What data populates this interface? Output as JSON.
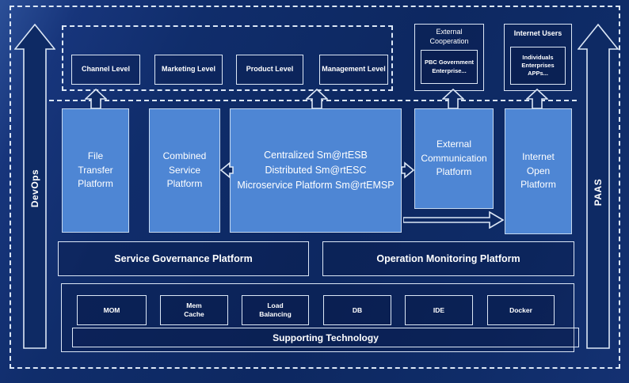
{
  "colors": {
    "background": "#0e2a64",
    "platform_box": "#4e86d4",
    "outline": "#dce7f6"
  },
  "rails": {
    "devops_label": "DevOps",
    "paas_label": "PAAS"
  },
  "levels": {
    "items": [
      "Channel Level",
      "Marketing Level",
      "Product Level",
      "Management Level"
    ]
  },
  "external_cooperation": {
    "title": "External\nCooperation",
    "members": "PBC Government\nEnterprise..."
  },
  "internet_users": {
    "title": "Internet Users",
    "members": "Individuals\nEnterprises\nAPPs..."
  },
  "platforms": {
    "file_transfer": "File\nTransfer\nPlatform",
    "combined_service": "Combined\nService\nPlatform",
    "esb_suite": "Centralized Sm@rtESB\nDistributed Sm@rtESC\nMicroservice Platform Sm@rtEMSP",
    "external_communication": "External\nCommunication\nPlatform",
    "internet_open": "Internet\nOpen\nPlatform"
  },
  "governance": {
    "service_governance": "Service Governance Platform",
    "operation_monitoring": "Operation Monitoring Platform"
  },
  "supporting": {
    "title": "Supporting Technology",
    "items": [
      "MOM",
      "Mem\nCache",
      "Load\nBalancing",
      "DB",
      "IDE",
      "Docker"
    ]
  }
}
